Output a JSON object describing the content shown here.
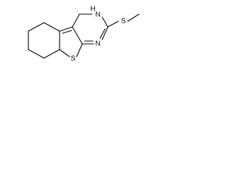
{
  "molecule": {
    "atoms": {
      "sulfur_thio": "S",
      "nitrogen_bottom": "N",
      "nitrogen_top": "N",
      "hydrogen_nh": "H",
      "sulfur_methylthio": "S"
    }
  }
}
